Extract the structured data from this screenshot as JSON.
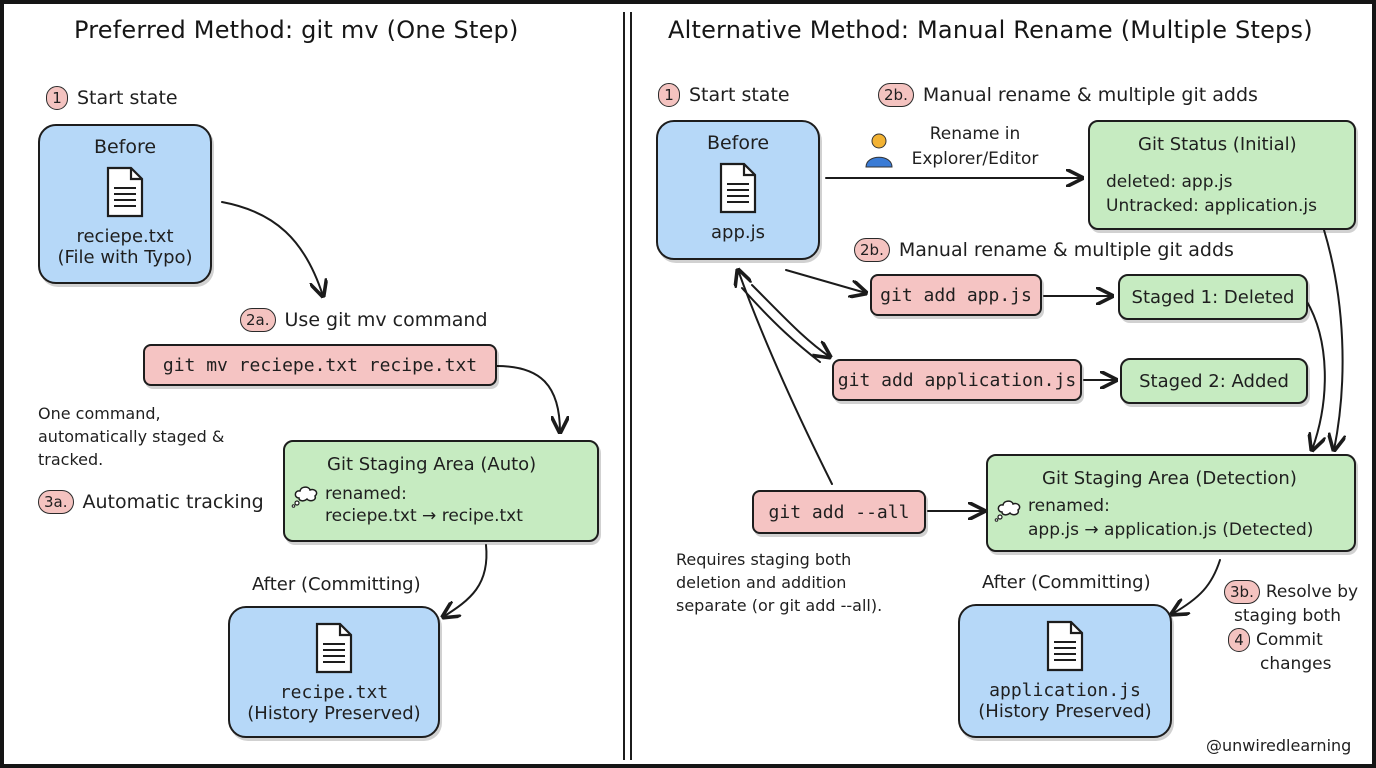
{
  "left": {
    "title": "Preferred Method: git mv (One Step)",
    "step1": {
      "badge": "1",
      "label": "Start state"
    },
    "before": {
      "title": "Before",
      "file": "reciepe.txt",
      "caption": "(File with Typo)"
    },
    "step2a": {
      "badge": "2a.",
      "label": "Use git mv command"
    },
    "command": "git mv reciepe.txt recipe.txt",
    "note": "One command, automatically staged & tracked.",
    "step3a": {
      "badge": "3a.",
      "label": "Automatic tracking"
    },
    "staging": {
      "title": "Git Staging Area (Auto)",
      "line1": "renamed:",
      "line2": "reciepe.txt → recipe.txt"
    },
    "after_label": "After (Committing)",
    "after": {
      "file": "recipe.txt",
      "caption": "(History Preserved)"
    }
  },
  "right": {
    "title": "Alternative Method: Manual Rename (Multiple Steps)",
    "step1": {
      "badge": "1",
      "label": "Start state"
    },
    "before": {
      "title": "Before",
      "file": "app.js"
    },
    "step2b_top": {
      "badge": "2b.",
      "label": "Manual rename & multiple git adds"
    },
    "rename_label_1": "Rename in",
    "rename_label_2": "Explorer/Editor",
    "status": {
      "title": "Git Status (Initial)",
      "line1": "deleted: app.js",
      "line2": "Untracked: application.js"
    },
    "step2b_mid": {
      "badge": "2b.",
      "label": "Manual rename & multiple git adds"
    },
    "cmd_add_app": "git add app.js",
    "staged1": "Staged 1: Deleted",
    "cmd_add_application": "git add application.js",
    "staged2": "Staged 2: Added",
    "cmd_add_all": "git add --all",
    "staging": {
      "title": "Git Staging Area (Detection)",
      "line1": "renamed:",
      "line2": "app.js → application.js (Detected)"
    },
    "note": "Requires staging both deletion and addition separate (or git add --all).",
    "after_label": "After (Committing)",
    "step3b": {
      "badge": "3b.",
      "label_1": "Resolve by",
      "label_2": "staging both"
    },
    "step4": {
      "badge": "4",
      "label_1": "Commit",
      "label_2": "changes"
    },
    "after": {
      "file": "application.js",
      "caption": "(History Preserved)"
    }
  },
  "watermark": "@unwiredlearning",
  "colors": {
    "file_box": "#b6d8f8",
    "staging_box": "#c6ebc1",
    "command_box": "#f5c4c3",
    "badge": "#f4c3c0"
  },
  "icons": {
    "file": "document-icon",
    "person": "person-icon",
    "thought": "thought-bubble-icon"
  }
}
